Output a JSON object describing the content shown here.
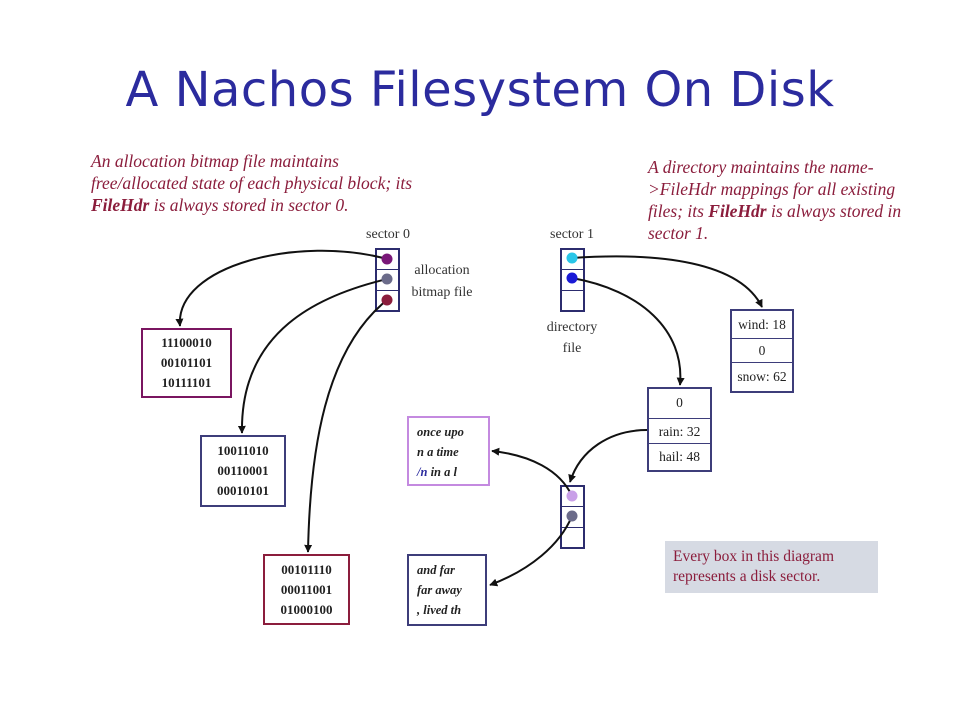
{
  "title": "A Nachos Filesystem On Disk",
  "notes": {
    "bitmap": {
      "pre": "An allocation bitmap file maintains free/allocated state of each physical block; its ",
      "bold": "FileHdr",
      "post": " is always stored in sector 0."
    },
    "directory": {
      "pre": "A directory maintains the name->FileHdr mappings for all existing files; its ",
      "bold": "FileHdr",
      "post": " is always stored in sector 1."
    },
    "every_box": "Every box in this diagram represents a disk sector."
  },
  "labels": {
    "sector0": "sector 0",
    "sector1": "sector 1",
    "allocation_line1": "allocation",
    "allocation_line2": "bitmap file",
    "directory_line1": "directory",
    "directory_line2": "file"
  },
  "bitmap_blocks": [
    [
      "11100010",
      "00101101",
      "10111101"
    ],
    [
      "10011010",
      "00110001",
      "00010101"
    ],
    [
      "00101110",
      "00011001",
      "01000100"
    ]
  ],
  "file_blocks": {
    "block1": {
      "line1": "once upo",
      "line2": "n a time",
      "line3_prefix": "/n",
      "line3_rest": " in a l"
    },
    "block2": {
      "line1": "and far",
      "line2": "far away",
      "line3": ", lived th"
    }
  },
  "directory_entries": {
    "lower": [
      {
        "text": "0"
      },
      {
        "name": "rain:",
        "value": "32"
      },
      {
        "name": "hail:",
        "value": "48"
      }
    ],
    "upper": [
      {
        "name": "wind:",
        "value": "18"
      },
      {
        "text": "0"
      },
      {
        "name": "snow:",
        "value": "62"
      }
    ]
  },
  "colors": {
    "title": "#2b2b9e",
    "note_text": "#8b1d3c",
    "header_border": "#2c2c6e",
    "bitmap_block1_border": "#7a1560",
    "bitmap_block2_border": "#3d3d7a",
    "bitmap_block3_border": "#8b1d3c",
    "story_block1_border": "#c48ae0",
    "story_block2_border": "#3d3d7a",
    "dir_block_border": "#3d3d7a",
    "dot_purple": "#7a1878",
    "dot_gray": "#6b6b8a",
    "dot_crimson": "#8b1d3c",
    "dot_cyan": "#29c6e8",
    "dot_blue": "#1a1ad6",
    "dot_lilac": "#c9a0e8",
    "note_box_bg": "#d6dae3"
  }
}
